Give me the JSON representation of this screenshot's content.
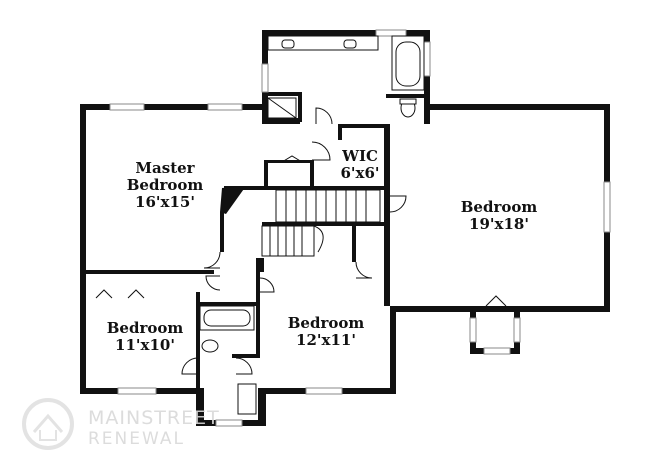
{
  "rooms": {
    "master": {
      "name_line1": "Master",
      "name_line2": "Bedroom",
      "size": "16'x15'"
    },
    "wic": {
      "name": "WIC",
      "size": "6'x6'"
    },
    "bedroom_right": {
      "name": "Bedroom",
      "size": "19'x18'"
    },
    "bedroom_left": {
      "name": "Bedroom",
      "size": "11'x10'"
    },
    "bedroom_mid": {
      "name": "Bedroom",
      "size": "12'x11'"
    }
  },
  "watermark": {
    "line1": "MAINSTREET",
    "line2": "RENEWAL"
  },
  "colors": {
    "wall": "#111111",
    "window": "#8a8a8a",
    "watermark": "#d9d9d9"
  }
}
